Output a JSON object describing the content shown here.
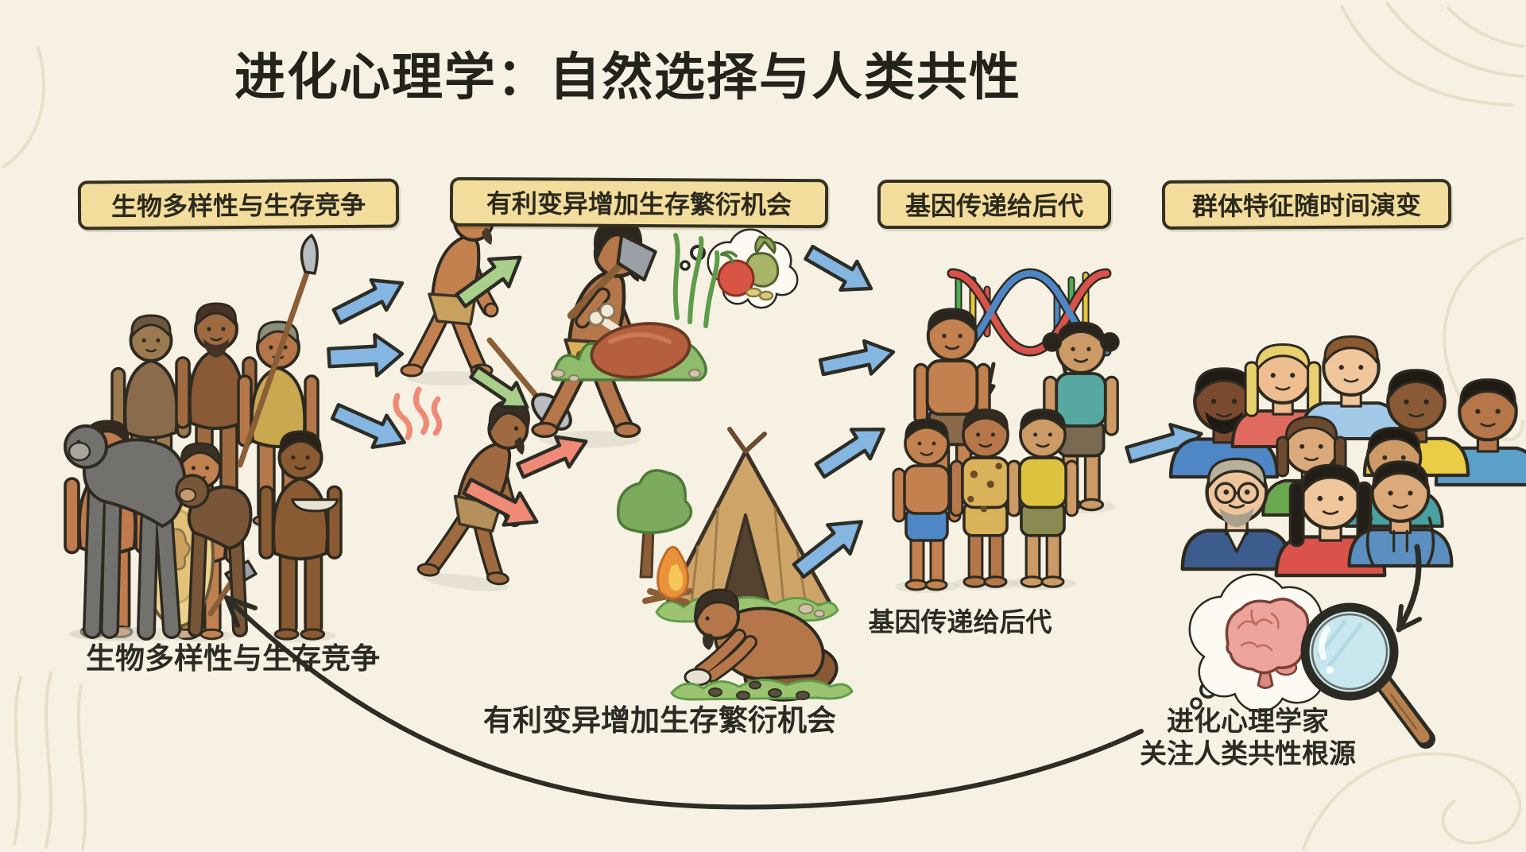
{
  "title": "进化心理学：自然选择与人类共性",
  "stage_boxes": [
    {
      "label": "生物多样性与生存竞争"
    },
    {
      "label": "有利变异增加生存繁衍机会"
    },
    {
      "label": "基因传递给后代"
    },
    {
      "label": "群体特征随时间演变"
    }
  ],
  "captions": {
    "hominid_group": "生物多样性与生存竞争",
    "variation_scene": "有利变异增加生存繁衍机会",
    "offspring_group": "基因传递给后代",
    "psychologist_note_line1": "进化心理学家",
    "psychologist_note_line2": "关注人类共性根源"
  },
  "colors": {
    "background": "#f6f1e3",
    "box_fill": "#f3dd9d",
    "box_border": "#35301f",
    "arrow_blue": "#85b6e2",
    "arrow_green": "#a9cf8b",
    "arrow_red": "#ef8a76",
    "dna_red": "#d9534a",
    "dna_blue": "#4f86c6",
    "brain_pink": "#eda49c",
    "lens_blue": "#c8e6ee",
    "handle_brown": "#b5824f",
    "tent_tan": "#cfa468",
    "grass_green": "#8fbc6a"
  },
  "illustrations": {
    "left": "early-hominid-group",
    "middle_top": "walking-hominid-and-axe-man-with-food-thought",
    "middle_bottom": "hunched-walker-tent-campfire-crouching-toolmaker",
    "right_top": "dna-helix-passed-to-children",
    "right": "modern-diverse-people-group",
    "bottom_right": "brain-thought-cloud-with-magnifier"
  }
}
